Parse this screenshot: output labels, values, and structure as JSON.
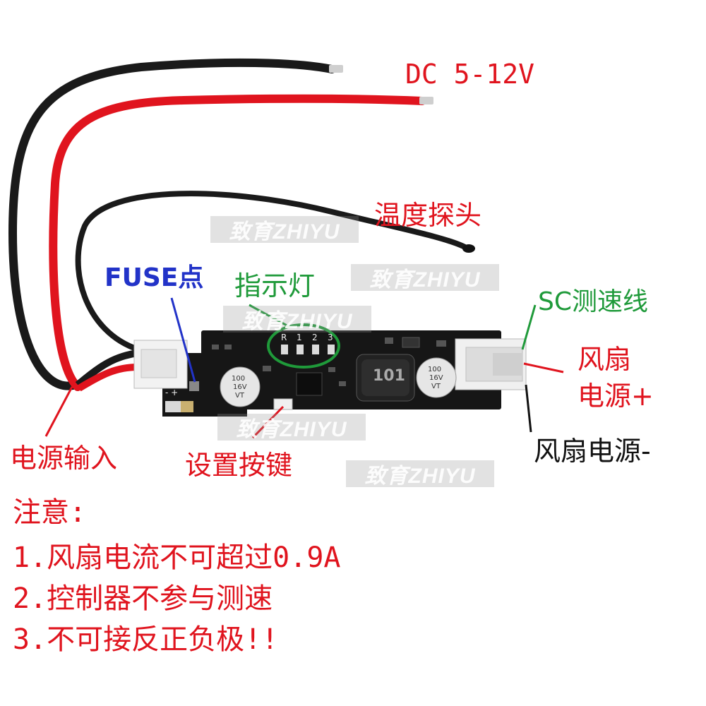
{
  "labels": {
    "voltage": "DC 5-12V",
    "temp_probe": "温度探头",
    "fuse": "FUSE点",
    "indicator": "指示灯",
    "sc_line": "SC测速线",
    "fan_power_plus_1": "风扇",
    "fan_power_plus_2": "电源+",
    "fan_power_minus": "风扇电源-",
    "power_input": "电源输入",
    "set_button": "设置按键"
  },
  "board": {
    "led_labels": [
      "R",
      "1",
      "2",
      "3"
    ],
    "cap_left": [
      "100",
      "16V",
      "VT"
    ],
    "cap_right": [
      "100",
      "16V",
      "VT"
    ],
    "inductor": "101",
    "polarity": "- +"
  },
  "notes": {
    "title": "注意:",
    "items": [
      "1.风扇电流不可超过0.9A",
      "2.控制器不参与测速",
      "3.不可接反正负极!!"
    ]
  },
  "watermark": "致育ZHIYU",
  "colors": {
    "label_red": "#e0141e",
    "label_blue": "#2233c8",
    "label_green": "#1f9a3a",
    "pcb": "#161616"
  }
}
